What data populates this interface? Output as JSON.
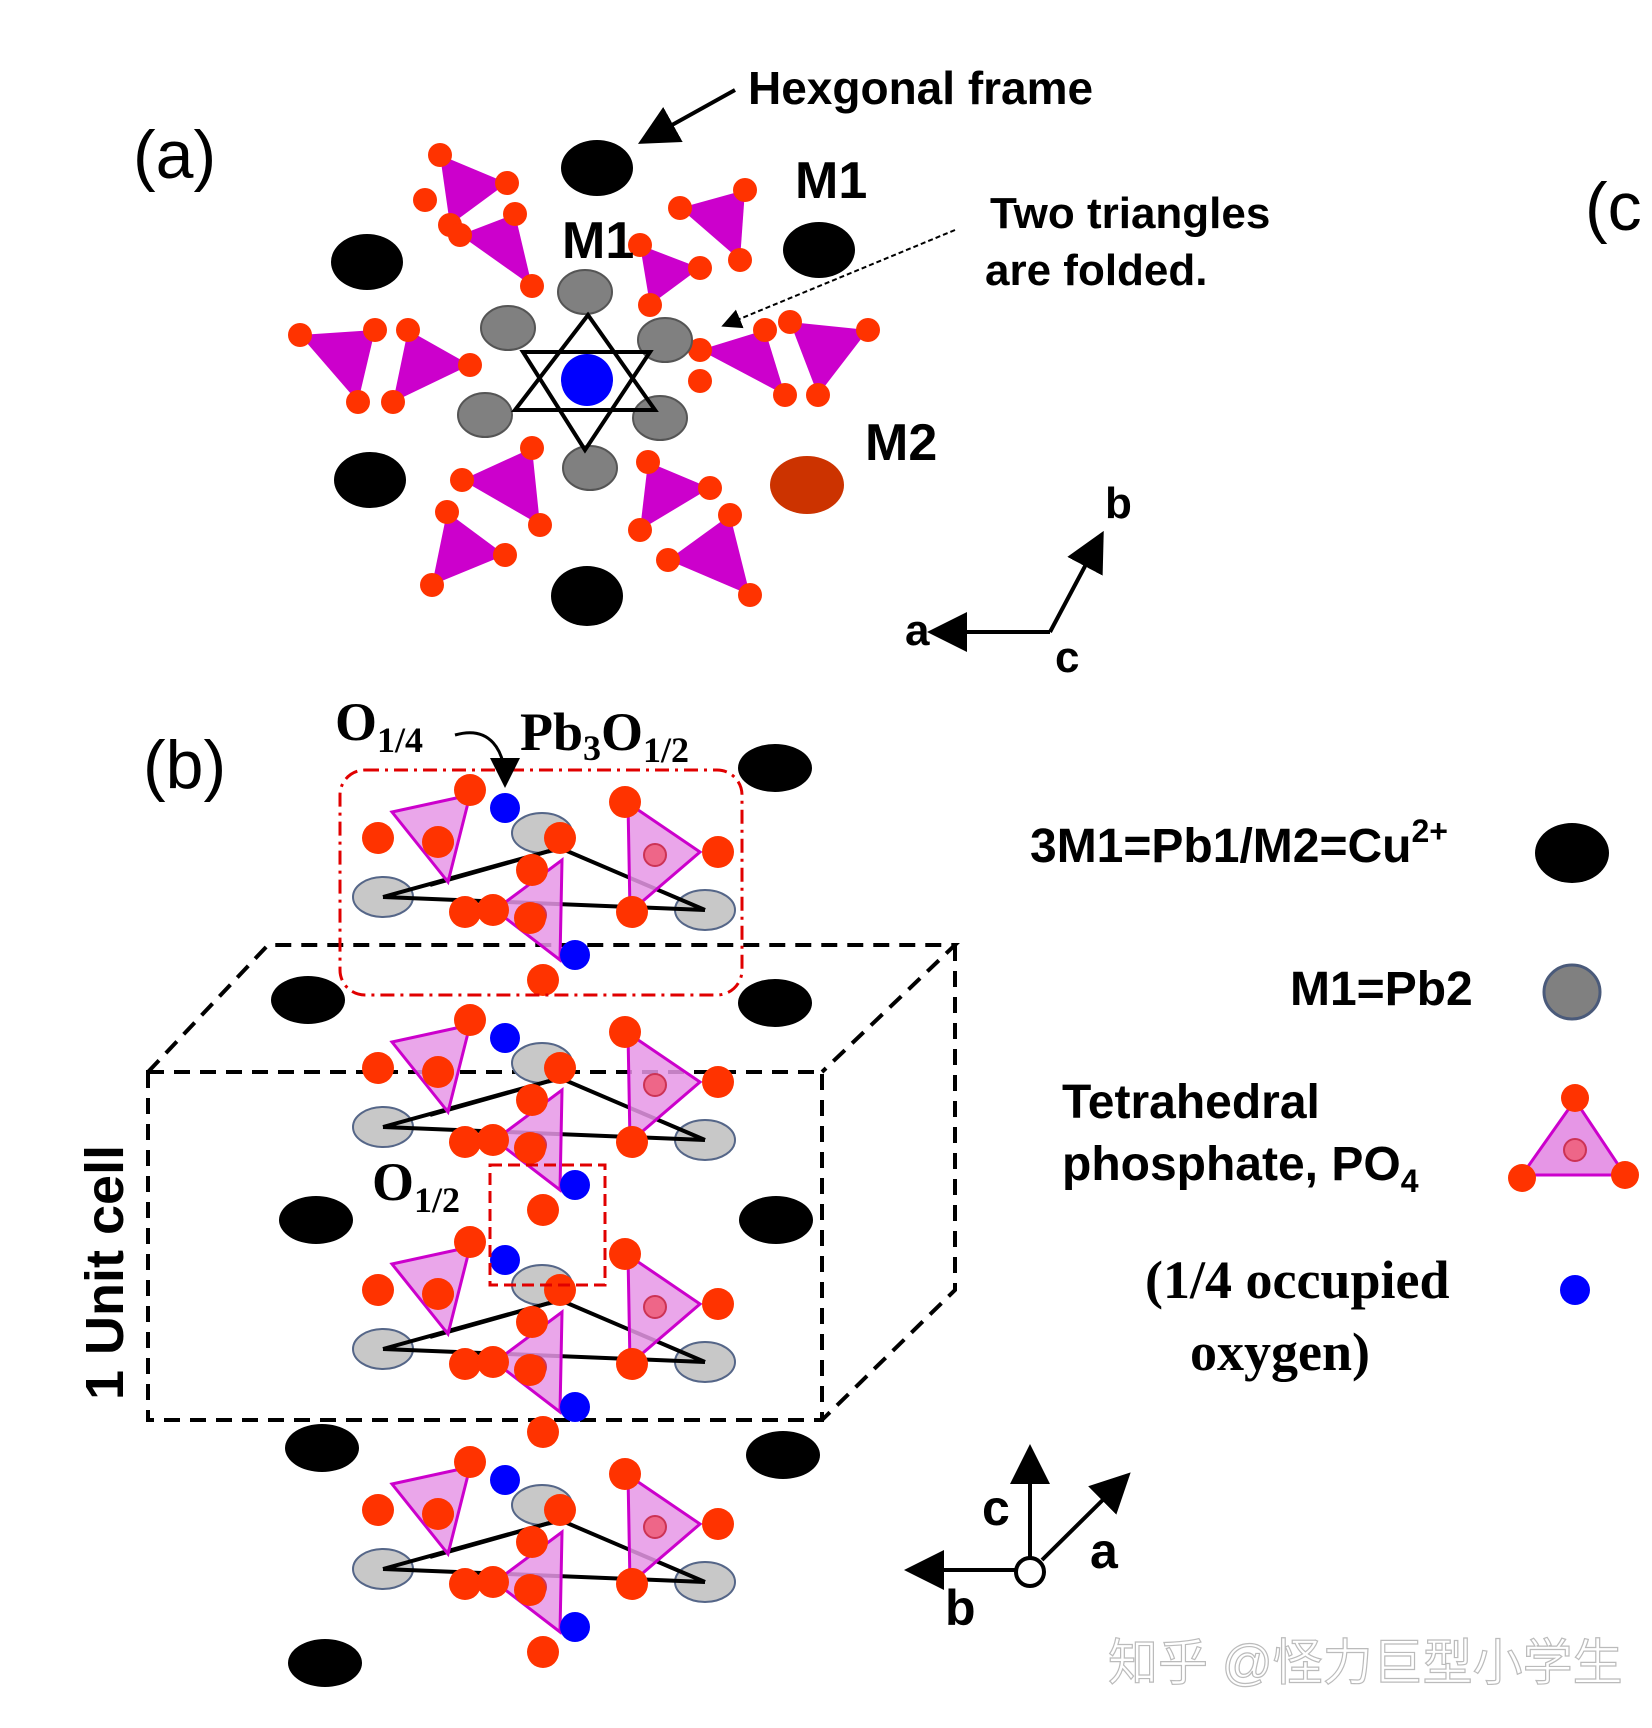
{
  "panel_a": {
    "label": "(a)",
    "callout_hex": "Hexgonal  frame",
    "callout_fold_line1": "Two triangles",
    "callout_fold_line2": "are folded.",
    "site_m1_outer": "M1",
    "site_m1_inner": "M1",
    "site_m2": "M2",
    "axis_b": "b",
    "axis_a": "a",
    "axis_c": "c"
  },
  "panel_c": {
    "label_partial": "(c"
  },
  "panel_b": {
    "label": "(b)",
    "o14_main": "O",
    "o14_sub": "1/4",
    "pb3o_pb": "Pb",
    "pb3o_3": "3",
    "pb3o_o": "O",
    "pb3o_sub": "1/2",
    "o12_main": "O",
    "o12_sub": "1/2",
    "unit_cell": "1 Unit cell",
    "axis_c": "c",
    "axis_a": "a",
    "axis_b": "b"
  },
  "legend": {
    "m1m2": "3M1=Pb1/M2=Cu",
    "m1m2_sup": "2+",
    "pb2": "M1=Pb2",
    "phosphate_line1": "Tetrahedral",
    "phosphate_line2": "phosphate, PO",
    "phosphate_sub": "4",
    "oxygen_line1": "(1/4 occupied",
    "oxygen_line2": "oxygen)"
  },
  "watermark": "知乎 @怪力巨型小学生",
  "colors": {
    "black_site": "#000000",
    "gray_site": "#808080",
    "light_gray_site": "#c8c8c8",
    "oxygen_red": "#ff3300",
    "phosphate_magenta": "#cc00cc",
    "phosphate_pink": "#e696e6",
    "partial_oxygen_blue": "#0000ff",
    "cu_site": "#cc3300",
    "dashed_red": "#e00000"
  }
}
